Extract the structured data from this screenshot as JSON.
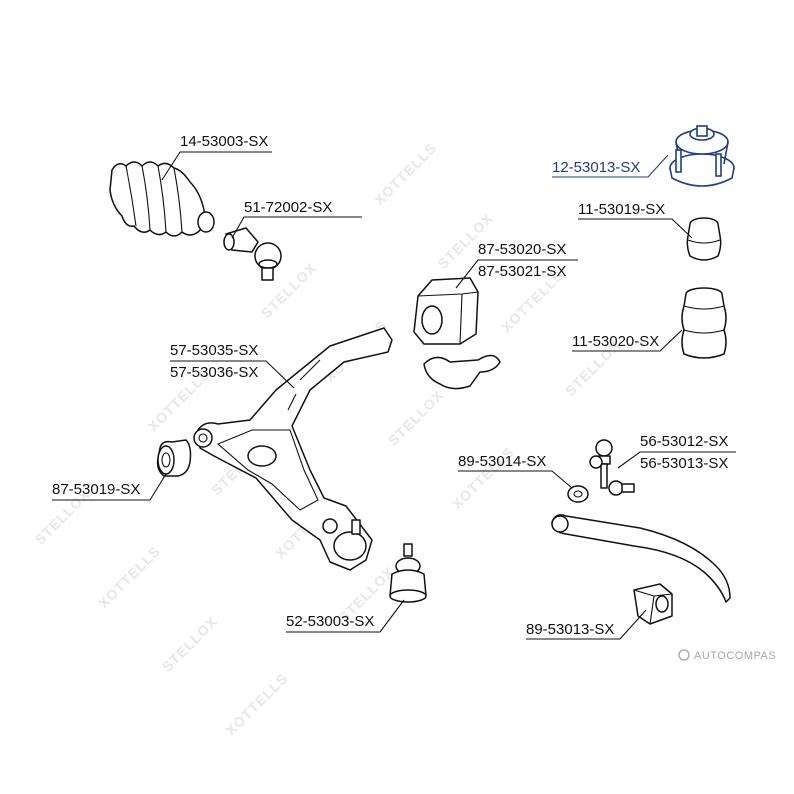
{
  "watermark": {
    "brand_a": "STELLOX",
    "brand_b": "XOTTELLS"
  },
  "parts": {
    "steering_boot": "14-53003-SX",
    "tie_rod_end": "51-72002-SX",
    "strut_mount": "12-53013-SX",
    "bump_stop": "11-53019-SX",
    "dust_cover": "11-53020-SX",
    "stabilizer_bushing_1": "87-53020-SX",
    "stabilizer_bushing_2": "87-53021-SX",
    "control_arm_1": "57-53035-SX",
    "control_arm_2": "57-53036-SX",
    "arm_bushing": "87-53019-SX",
    "ball_joint": "52-53003-SX",
    "link_bushing": "89-53014-SX",
    "stabilizer_link_1": "56-53012-SX",
    "stabilizer_link_2": "56-53013-SX",
    "bar_bushing": "89-53013-SX"
  },
  "highlight_color": "#1f3f86",
  "footer": {
    "brand": "AUTOCOMPAS"
  }
}
